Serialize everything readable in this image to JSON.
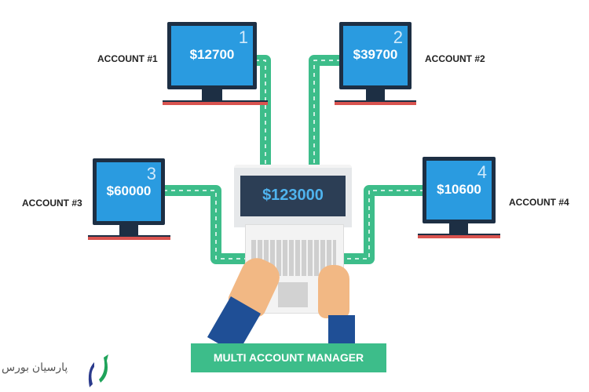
{
  "accounts": [
    {
      "label": "ACCOUNT #1",
      "number": "1",
      "amount": "$12700"
    },
    {
      "label": "ACCOUNT #2",
      "number": "2",
      "amount": "$39700"
    },
    {
      "label": "ACCOUNT #3",
      "number": "3",
      "amount": "$60000"
    },
    {
      "label": "ACCOUNT #4",
      "number": "4",
      "amount": "$10600"
    }
  ],
  "laptop": {
    "total": "$123000"
  },
  "banner": "MULTI ACCOUNT MANAGER",
  "logo": {
    "text": "پارسیان بورس"
  },
  "colors": {
    "green": "#3dbd8a",
    "screen": "#2a9be0",
    "dark": "#1d2f44",
    "red": "#d9534f"
  }
}
